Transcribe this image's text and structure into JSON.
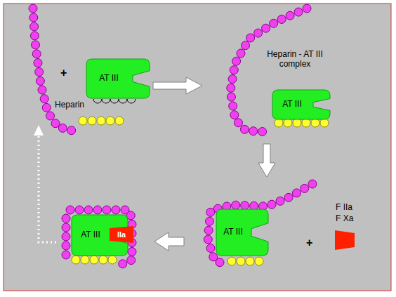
{
  "diagram": {
    "nodes": [
      {
        "text": [
          "AT III"
        ]
      },
      {
        "text": [
          "AT III"
        ]
      },
      {
        "text": [
          "AT III"
        ]
      },
      {
        "text": [
          "AT III"
        ]
      },
      {
        "text": [
          "IIa"
        ],
        "in": 3
      }
    ],
    "labels": [
      "+",
      "Heparin",
      "Heparin - AT III complex",
      "+",
      "F IIa",
      "F Xa"
    ]
  }
}
